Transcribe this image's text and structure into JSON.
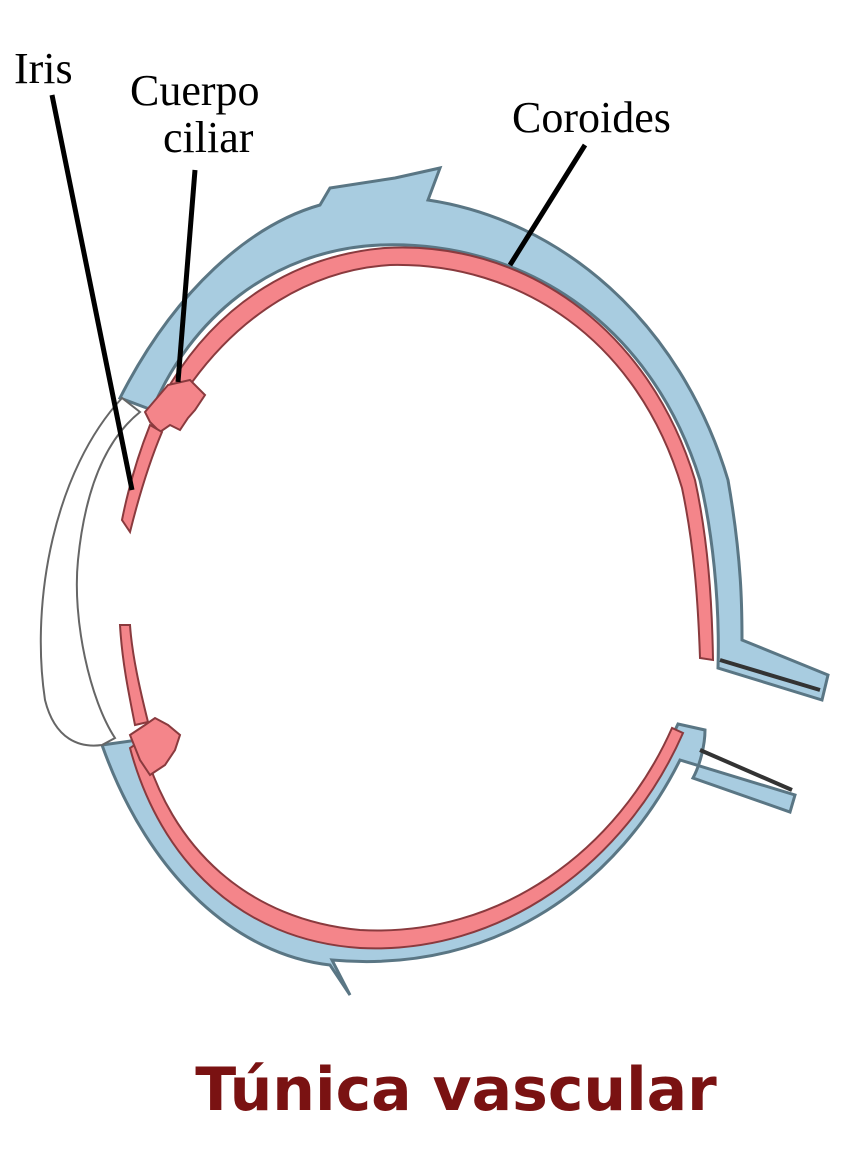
{
  "labels": {
    "iris": "Iris",
    "cuerpo_ciliar_line1": "Cuerpo",
    "cuerpo_ciliar_line2": "ciliar",
    "coroides": "Coroides"
  },
  "caption": "Túnica vascular",
  "colors": {
    "sclera": "#a8cce0",
    "sclera_stroke": "#5a7684",
    "choroid": "#f4858a",
    "choroid_stroke": "#8a3a3e",
    "cornea_stroke": "#666666",
    "leader": "#000000",
    "caption": "#7a1212"
  }
}
